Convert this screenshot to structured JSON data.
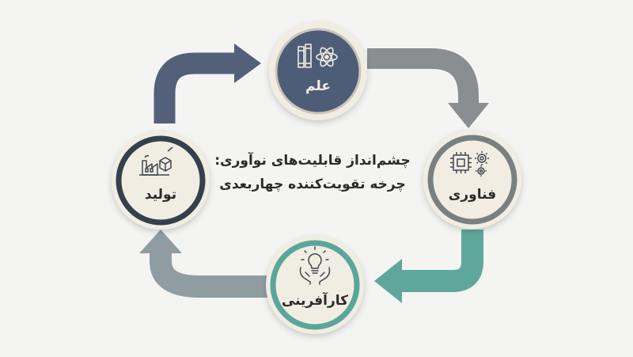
{
  "title": {
    "line1": "چشم‌انداز قابلیت‌های نوآوری:",
    "line2": "چرخه تقویت‌کننده چهاربعدی"
  },
  "nodes": {
    "science": {
      "label": "علم",
      "icon": "books-atom-icon",
      "color": "#4e5d77"
    },
    "technology": {
      "label": "فناوری",
      "icon": "chip-gears-icon",
      "color": "#7a7f80"
    },
    "entrepreneurship": {
      "label": "کارآفرینی",
      "icon": "lightbulb-hands-icon",
      "color": "#5aa69a"
    },
    "production": {
      "label": "تولید",
      "icon": "factory-box-icon",
      "color": "#363f4c"
    }
  },
  "colors": {
    "background": "#f4f4f2",
    "node_fill": "#f1ede3",
    "arrow_science_to_technology": "#8a8e90",
    "arrow_technology_to_entrepreneurship": "#5fa79b",
    "arrow_entrepreneurship_to_production": "#8f9da3",
    "arrow_production_to_science": "#53607a"
  }
}
